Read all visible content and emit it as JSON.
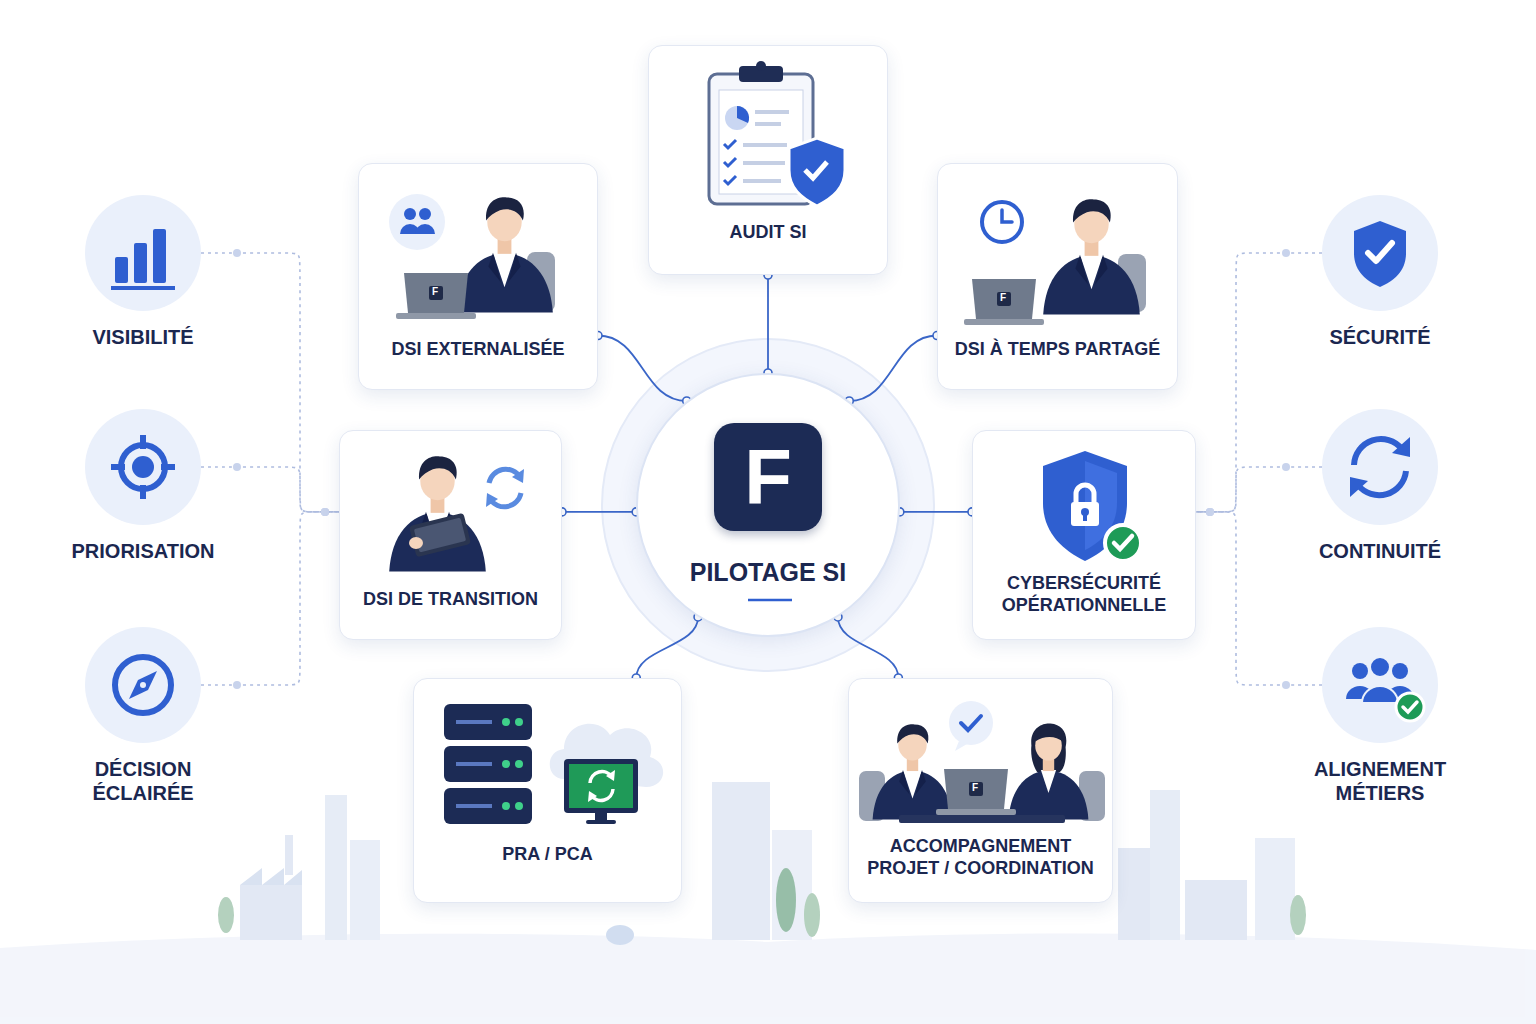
{
  "diagram": {
    "nodes": [
      {
        "text": [
          "AUDIT SI"
        ]
      },
      {
        "text": [
          "VISIBILITÉ"
        ]
      },
      {
        "text": [
          "DSI EXTERNALISÉE"
        ]
      },
      {
        "text": [
          "DSI À TEMPS PARTAGÉ"
        ]
      },
      {
        "text": [
          "SÉCURITÉ"
        ]
      },
      {
        "text": [
          "PRIORISATION"
        ]
      },
      {
        "text": [
          "DSI DE TRANSITION"
        ]
      },
      {
        "text": [
          "F",
          "PILOTAGE SI"
        ]
      },
      {
        "text": [
          "CYBERSÉCURITÉ OPÉRATIONNELLE"
        ]
      },
      {
        "text": [
          "CONTINUITÉ"
        ]
      },
      {
        "text": [
          "DÉCISION ÉCLAIRÉE"
        ]
      },
      {
        "text": [
          "ALIGNEMENT MÉTIERS"
        ]
      },
      {
        "text": [
          "PRA / PCA"
        ]
      },
      {
        "text": [
          "ACCOMPAGNEMENT PROJET / COORDINATION"
        ]
      }
    ],
    "edges": [
      {
        "from": 7,
        "to": 0,
        "arrow": "none"
      },
      {
        "from": 7,
        "to": 2,
        "arrow": "none"
      },
      {
        "from": 7,
        "to": 3,
        "arrow": "none"
      },
      {
        "from": 7,
        "to": 6,
        "arrow": "none"
      },
      {
        "from": 7,
        "to": 8,
        "arrow": "none"
      },
      {
        "from": 7,
        "to": 12,
        "arrow": "none"
      },
      {
        "from": 7,
        "to": 13,
        "arrow": "none"
      },
      {
        "from": 1,
        "to": 6,
        "arrow": "none"
      },
      {
        "from": 5,
        "to": 6,
        "arrow": "none"
      },
      {
        "from": 10,
        "to": 6,
        "arrow": "none"
      },
      {
        "from": 4,
        "to": 8,
        "arrow": "none"
      },
      {
        "from": 9,
        "to": 8,
        "arrow": "none"
      },
      {
        "from": 11,
        "to": 8,
        "arrow": "none"
      }
    ],
    "labels": [
      "F",
      "F",
      "F"
    ]
  }
}
